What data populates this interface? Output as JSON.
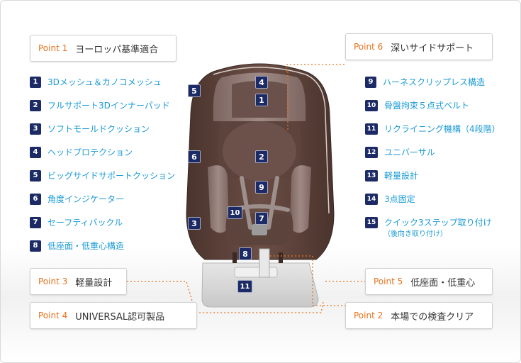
{
  "points": [
    {
      "label": "Point 1",
      "text": "ヨーロッパ基準適合"
    },
    {
      "label": "Point 6",
      "text": "深いサイドサポート"
    },
    {
      "label": "Point 3",
      "text": "軽量設計"
    },
    {
      "label": "Point 4",
      "text": "UNIVERSAL認可製品"
    },
    {
      "label": "Point 5",
      "text": "低座面・低重心"
    },
    {
      "label": "Point 2",
      "text": "本場での検査クリア"
    }
  ],
  "features_left": [
    {
      "num": "1",
      "text": "3Dメッシュ＆カノコメッシュ"
    },
    {
      "num": "2",
      "text": "フルサポート3Dインナーパッド"
    },
    {
      "num": "3",
      "text": "ソフトモールドクッション"
    },
    {
      "num": "4",
      "text": "ヘッドプロテクション"
    },
    {
      "num": "5",
      "text": "ビッグサイドサポートクッション"
    },
    {
      "num": "6",
      "text": "角度インジケーター"
    },
    {
      "num": "7",
      "text": "セーフティバックル"
    },
    {
      "num": "8",
      "text": "低座面・低重心構造"
    }
  ],
  "features_right": [
    {
      "num": "9",
      "text": "ハーネスクリップレス構造"
    },
    {
      "num": "10",
      "text": "骨盤拘束５点式ベルト"
    },
    {
      "num": "11",
      "text": "リクライニング機構（4段階）"
    },
    {
      "num": "12",
      "text": "ユニバーサル"
    },
    {
      "num": "13",
      "text": "軽量設計"
    },
    {
      "num": "14",
      "text": "3点固定"
    },
    {
      "num": "15",
      "text": "クイック3ステップ取り付け"
    }
  ],
  "feature_15_note": "（後向き取り付け）",
  "seat_badges": [
    "4",
    "1",
    "5",
    "2",
    "6",
    "9",
    "10",
    "7",
    "3",
    "8",
    "11"
  ],
  "colors": {
    "accent": "#e8731f",
    "feature_text": "#1a9ad6",
    "badge": "#1c2b66",
    "seat_brown": "#5a4038",
    "seat_taupe": "#8c7672"
  }
}
